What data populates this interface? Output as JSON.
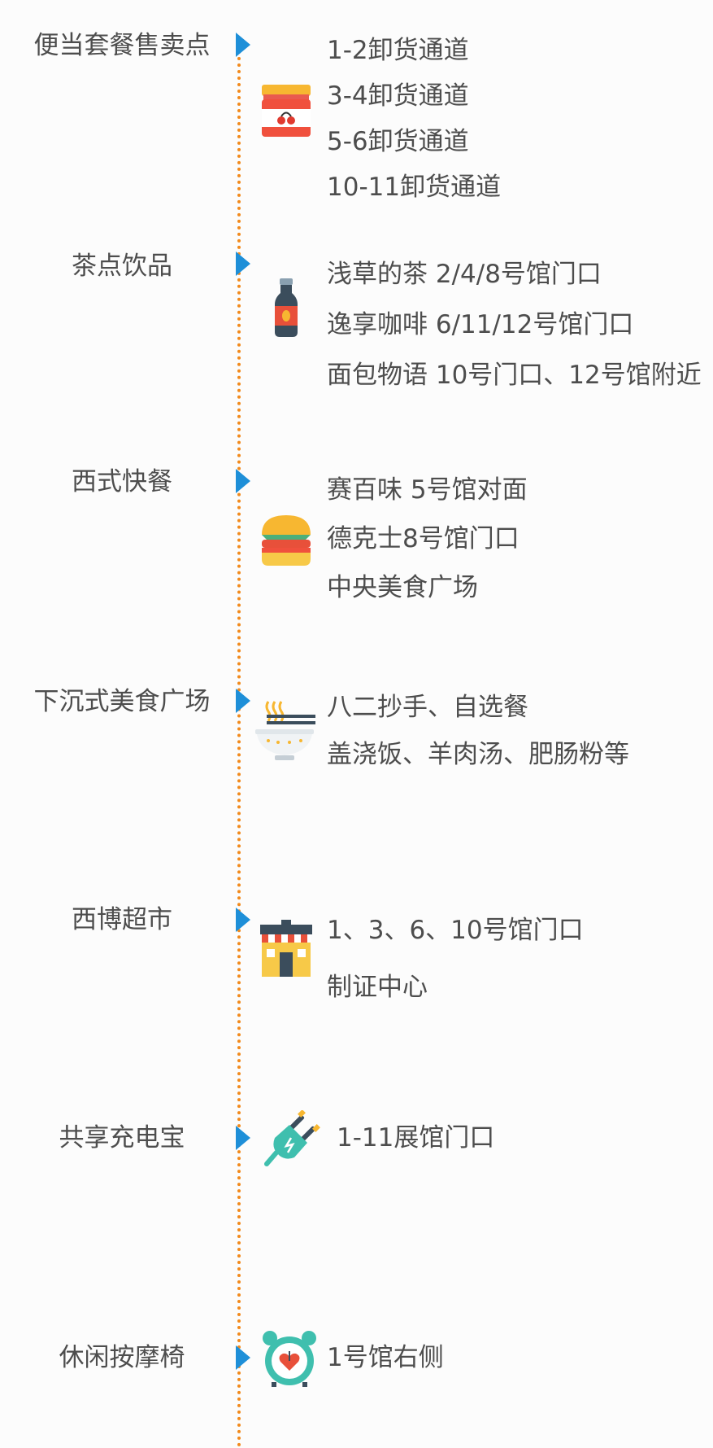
{
  "sections": [
    {
      "title": "便当套餐售卖点",
      "icon": "jam-jar-icon",
      "lines": [
        "1-2卸货通道",
        "3-4卸货通道",
        "5-6卸货通道",
        "10-11卸货通道"
      ]
    },
    {
      "title": "茶点饮品",
      "icon": "bottle-icon",
      "lines": [
        "浅草的茶 2/4/8号馆门口",
        "逸享咖啡 6/11/12号馆门口",
        "面包物语 10号门口、12号馆附近"
      ]
    },
    {
      "title": "西式快餐",
      "icon": "burger-icon",
      "lines": [
        "赛百味 5号馆对面",
        "德克士8号馆门口",
        "中央美食广场"
      ]
    },
    {
      "title": "下沉式美食广场",
      "icon": "noodle-bowl-icon",
      "lines": [
        "八二抄手、自选餐",
        "盖浇饭、羊肉汤、肥肠粉等"
      ]
    },
    {
      "title": "西博超市",
      "icon": "store-icon",
      "lines": [
        "1、3、6、10号馆门口",
        "制证中心"
      ]
    },
    {
      "title": "共享充电宝",
      "icon": "plug-icon",
      "lines": [
        "1-11展馆门口"
      ]
    },
    {
      "title": "休闲按摩椅",
      "icon": "alarm-clock-icon",
      "lines": [
        "1号馆右侧"
      ]
    }
  ],
  "colors": {
    "arrow": "#1e8fd8",
    "timeline": "#f28a1c",
    "text": "#4d4d4d"
  }
}
